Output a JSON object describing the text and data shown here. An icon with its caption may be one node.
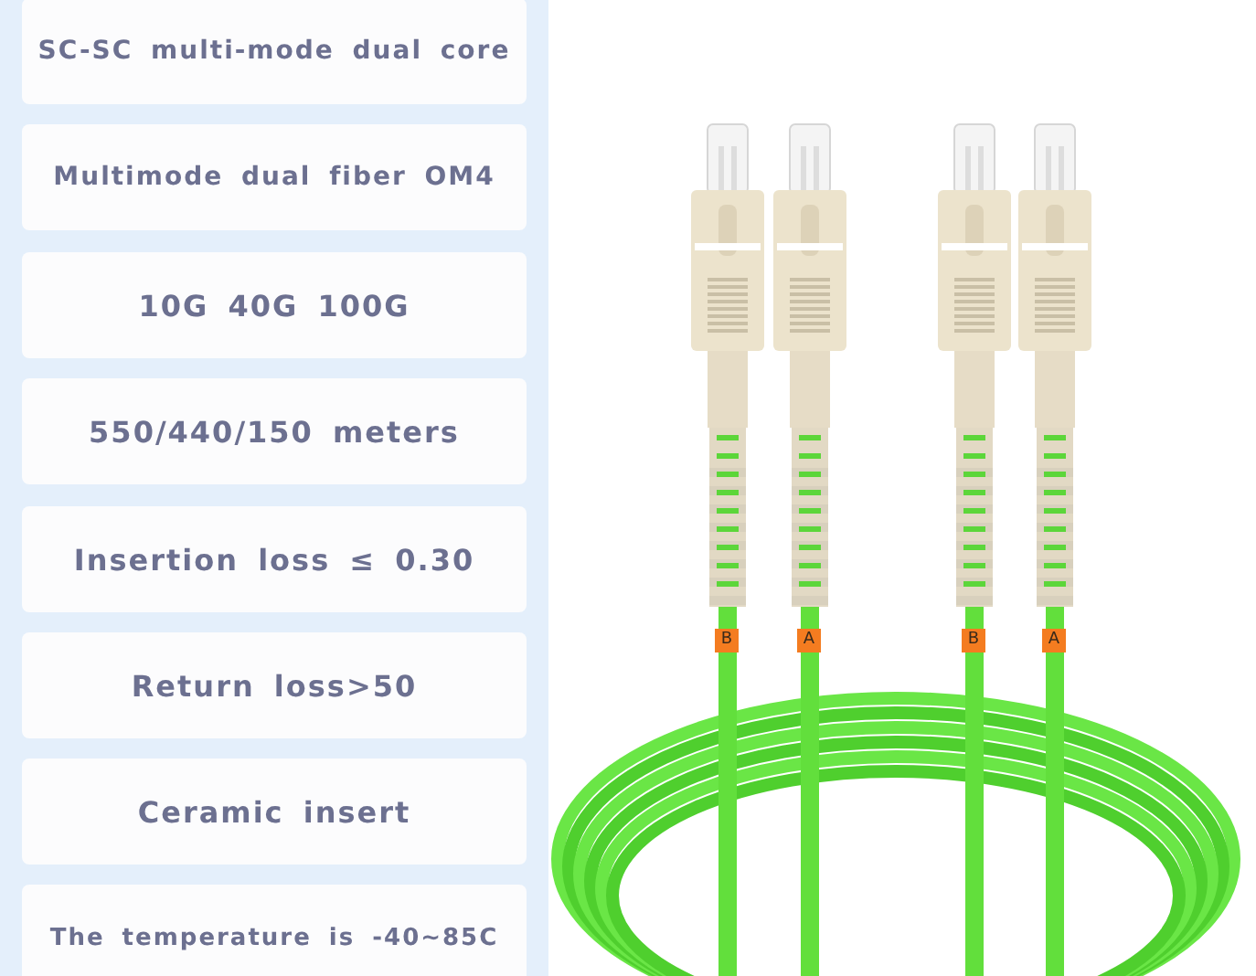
{
  "diagram": {
    "nodes": [
      {
        "text": [
          "SC-SC multi-mode dual core"
        ]
      },
      {
        "text": [
          "Multimode dual fiber OM4"
        ]
      },
      {
        "text": [
          "10G 40G 100G"
        ]
      },
      {
        "text": [
          "550/440/150 meters"
        ]
      },
      {
        "text": [
          "Insertion loss ≤ 0.30"
        ]
      },
      {
        "text": [
          "Return loss>50"
        ]
      },
      {
        "text": [
          "Ceramic insert"
        ]
      },
      {
        "text": [
          "The temperature is -40~85C"
        ]
      },
      {
        "text": [
          "B"
        ]
      },
      {
        "text": [
          "A"
        ]
      },
      {
        "text": [
          "B"
        ]
      },
      {
        "text": [
          "A"
        ]
      }
    ]
  }
}
